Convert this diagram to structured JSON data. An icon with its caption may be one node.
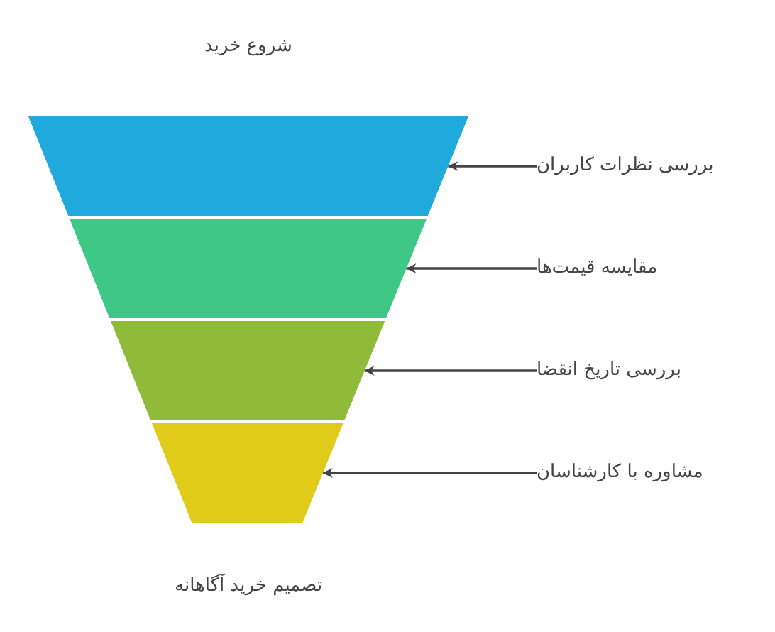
{
  "diagram": {
    "title": "شروع خرید",
    "caption": "تصمیم خرید آگاهانه",
    "nodes": [
      {
        "text": [],
        "shape": "band"
      },
      {
        "text": [],
        "shape": "band"
      },
      {
        "text": [],
        "shape": "band"
      },
      {
        "text": [],
        "shape": "band"
      },
      {
        "text": [
          "بررسی نظرات کاربران"
        ]
      },
      {
        "text": [
          "مقایسه قیمت‌ها"
        ]
      },
      {
        "text": [
          "بررسی تاریخ انقضا"
        ]
      },
      {
        "text": [
          "مشاوره با کارشناسان"
        ]
      }
    ],
    "edges": [
      {
        "from": 4,
        "to": 0,
        "arrow": "to"
      },
      {
        "from": 5,
        "to": 1,
        "arrow": "to"
      },
      {
        "from": 6,
        "to": 2,
        "arrow": "to"
      },
      {
        "from": 7,
        "to": 3,
        "arrow": "to"
      }
    ]
  }
}
